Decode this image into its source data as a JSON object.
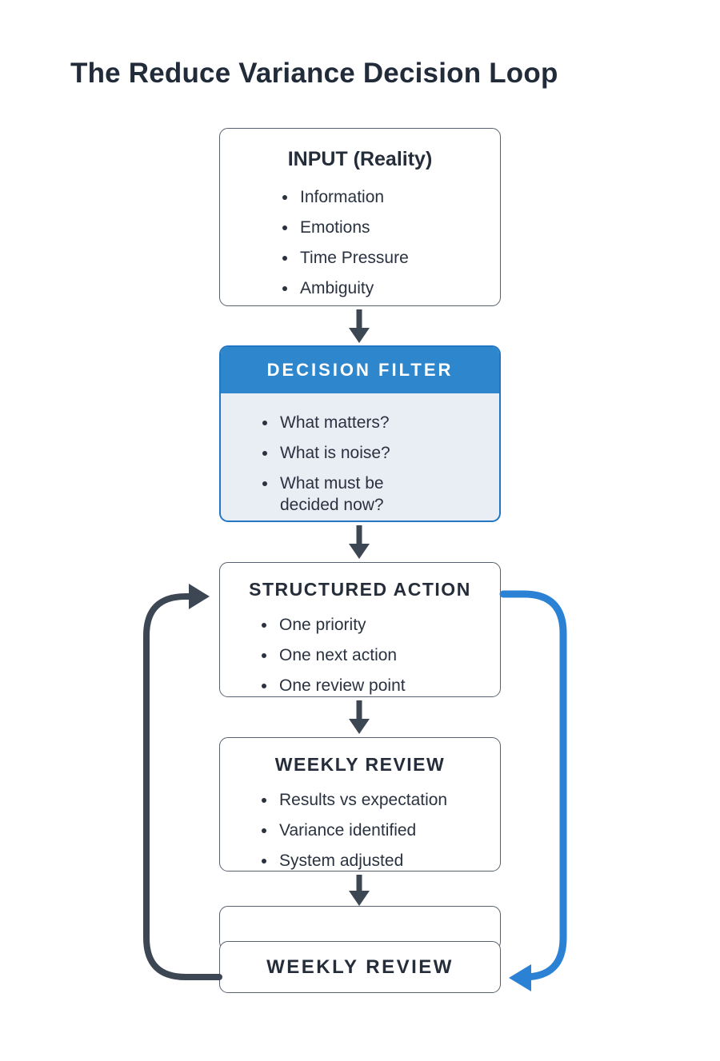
{
  "title": "The Reduce Variance Decision Loop",
  "colors": {
    "accent_blue": "#2e86cc",
    "accent_blue_border": "#2277c4",
    "arrow_dark": "#3d4754",
    "arrow_blue": "#2b82d4",
    "filter_body_bg": "#e9edf4",
    "box_border": "#57606e",
    "text_dark": "#2a3240"
  },
  "boxes": {
    "input": {
      "title": "INPUT (Reality)",
      "items": [
        "Information",
        "Emotions",
        "Time Pressure",
        "Ambiguity"
      ]
    },
    "filter": {
      "title": "DECISION FILTER",
      "items": [
        "What matters?",
        "What is noise?",
        "What must be decided now?"
      ]
    },
    "action": {
      "title": "STRUCTURED ACTION",
      "items": [
        "One priority",
        "One next action",
        "One review point"
      ]
    },
    "review": {
      "title": "WEEKLY REVIEW",
      "items": [
        "Results vs expectation",
        "Variance identified",
        "System adjusted"
      ]
    },
    "loop_box": {
      "title": "WEEKLY REVIEW"
    }
  }
}
